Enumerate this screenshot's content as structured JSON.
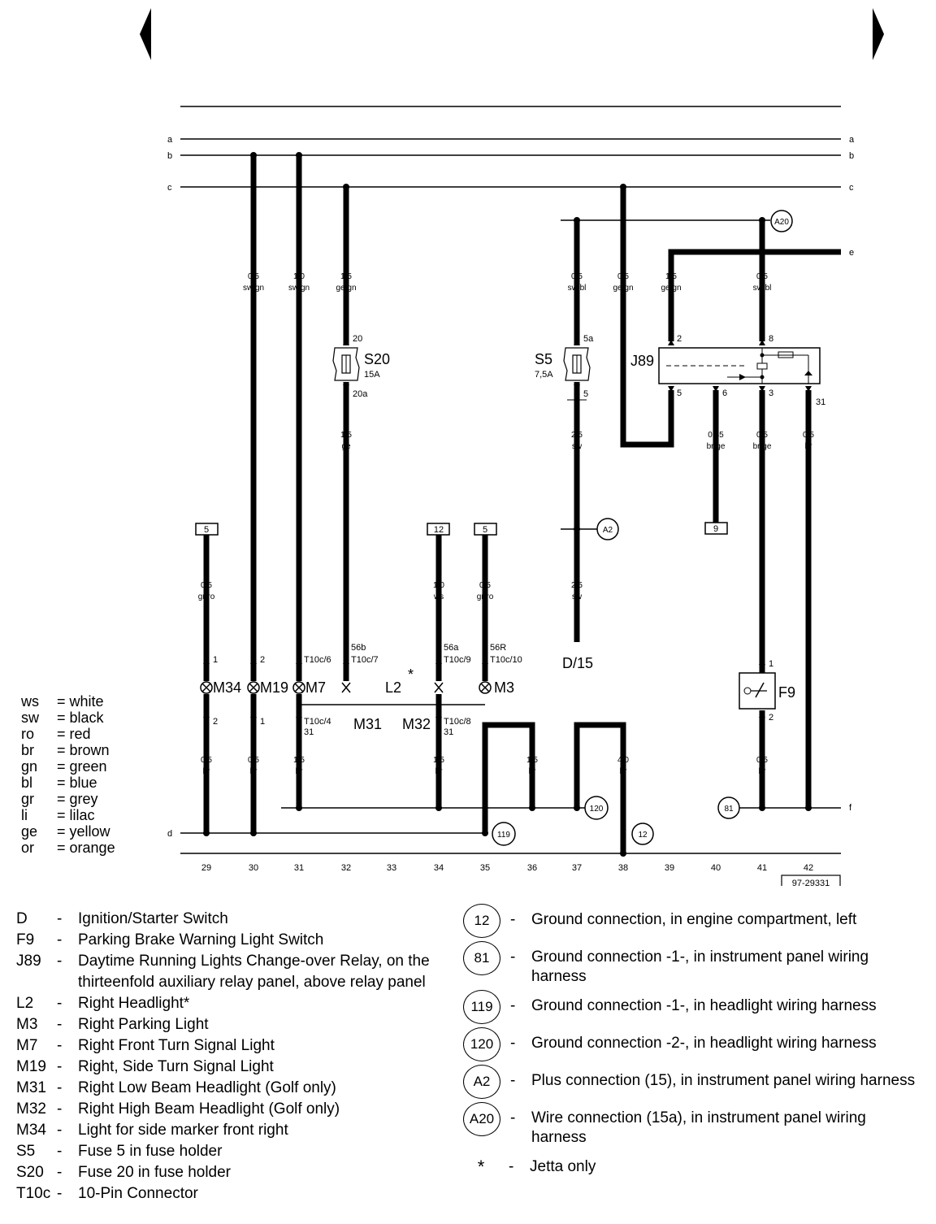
{
  "diagram": {
    "nav_left_icon": "left-arrow-icon",
    "nav_right_icon": "right-arrow-icon",
    "bus_labels": [
      "a",
      "b",
      "c",
      "e",
      "d",
      "f"
    ],
    "wires": {
      "w29": [
        "0,5",
        "br"
      ],
      "w30a": [
        "0,5",
        "sw/gn"
      ],
      "w30b": [
        "0,5",
        "br"
      ],
      "w31a": [
        "1,0",
        "sw/gn"
      ],
      "w31b": [
        "1,5",
        "br"
      ],
      "w32a": [
        "1,5",
        "ge/gn"
      ],
      "w32b": [
        "1,5",
        "ge"
      ],
      "w34a": [
        "1,0",
        "ws"
      ],
      "w34b": [
        "1,5",
        "br"
      ],
      "w35": [
        "0,5",
        "gr/ro"
      ],
      "w29top": [
        "0,5",
        "gr/ro"
      ],
      "w36": [
        "1,5",
        "br"
      ],
      "w37a": [
        "0,5",
        "sw/bl"
      ],
      "w37b": [
        "2,5",
        "sw"
      ],
      "w37c": [
        "2,5",
        "sw"
      ],
      "w38a": [
        "0,5",
        "ge/gn"
      ],
      "w38b": [
        "4,0",
        "br"
      ],
      "w39": [
        "1,5",
        "ge/gn"
      ],
      "w40": [
        "0,35",
        "br/ge"
      ],
      "w41a": [
        "0,5",
        "sw/bl"
      ],
      "w41b": [
        "0,5",
        "br/ge"
      ],
      "w41c": [
        "0,5",
        "br"
      ],
      "w42": [
        "0,5",
        "br"
      ]
    },
    "pins": {
      "p20": "20",
      "p20a": "20a",
      "p5a": "5a",
      "p5": "5",
      "j2": "2",
      "j8": "8",
      "j5": "5",
      "j6": "6",
      "j3": "3",
      "j31": "31",
      "m34t": "1",
      "m19t": "2",
      "m7t": "T10c/6",
      "l2t1": "56b",
      "l2t2": "T10c/7",
      "m32t1": "56a",
      "m32t2": "T10c/9",
      "m3t1": "56R",
      "m3t2": "T10c/10",
      "m34b": "2",
      "m19b": "1",
      "m7b1": "T10c/4",
      "m7b2": "31",
      "m32b1": "T10c/8",
      "m32b2": "31",
      "f9t": "1",
      "f9b": "2"
    },
    "components": {
      "s20": "S20",
      "s20_rating": "15A",
      "s5": "S5",
      "s5_rating": "7,5A",
      "j89": "J89",
      "m34": "M34",
      "m19": "M19",
      "m7": "M7",
      "l2": "L2",
      "star": "*",
      "m3": "M3",
      "m31": "M31",
      "m32": "M32",
      "f9": "F9",
      "d15": "D/15"
    },
    "refs": {
      "r5a": "5",
      "r12": "12",
      "r5b": "5",
      "r9": "9"
    },
    "circles": {
      "a20": "A20",
      "a2": "A2",
      "g119": "119",
      "g120": "120",
      "g12": "12",
      "g81": "81"
    },
    "track_numbers": [
      "29",
      "30",
      "31",
      "32",
      "33",
      "34",
      "35",
      "36",
      "37",
      "38",
      "39",
      "40",
      "41",
      "42"
    ],
    "drawing_id": "97-29331"
  },
  "color_legend": [
    {
      "code": "ws",
      "eq": "=",
      "name": "white"
    },
    {
      "code": "sw",
      "eq": "=",
      "name": "black"
    },
    {
      "code": "ro",
      "eq": "=",
      "name": "red"
    },
    {
      "code": "br",
      "eq": "=",
      "name": "brown"
    },
    {
      "code": "gn",
      "eq": "=",
      "name": "green"
    },
    {
      "code": "bl",
      "eq": "=",
      "name": "blue"
    },
    {
      "code": "gr",
      "eq": "=",
      "name": "grey"
    },
    {
      "code": "li",
      "eq": "=",
      "name": "lilac"
    },
    {
      "code": "ge",
      "eq": "=",
      "name": "yellow"
    },
    {
      "code": "or",
      "eq": "=",
      "name": "orange"
    }
  ],
  "component_list": [
    {
      "code": "D",
      "dash": "-",
      "desc": "Ignition/Starter Switch"
    },
    {
      "code": "F9",
      "dash": "-",
      "desc": "Parking Brake Warning Light Switch"
    },
    {
      "code": "J89",
      "dash": "-",
      "desc": "Daytime Running Lights Change-over Relay, on the thirteenfold auxiliary relay panel, above relay panel"
    },
    {
      "code": "L2",
      "dash": "-",
      "desc": "Right Headlight*"
    },
    {
      "code": "M3",
      "dash": "-",
      "desc": "Right Parking Light"
    },
    {
      "code": "M7",
      "dash": "-",
      "desc": "Right Front Turn Signal Light"
    },
    {
      "code": "M19",
      "dash": "-",
      "desc": "Right, Side Turn Signal Light"
    },
    {
      "code": "M31",
      "dash": "-",
      "desc": "Right Low Beam Headlight (Golf only)"
    },
    {
      "code": "M32",
      "dash": "-",
      "desc": "Right High Beam Headlight (Golf only)"
    },
    {
      "code": "M34",
      "dash": "-",
      "desc": "Light for side marker front right"
    },
    {
      "code": "S5",
      "dash": "-",
      "desc": "Fuse 5 in fuse holder"
    },
    {
      "code": "S20",
      "dash": "-",
      "desc": "Fuse 20 in fuse holder"
    },
    {
      "code": "T10c",
      "dash": "-",
      "desc": "10-Pin Connector"
    }
  ],
  "connection_list": [
    {
      "badge": "12",
      "dash": "-",
      "desc": "Ground connection, in engine compartment, left"
    },
    {
      "badge": "81",
      "dash": "-",
      "desc": "Ground connection -1-, in instrument panel wiring harness"
    },
    {
      "badge": "119",
      "dash": "-",
      "desc": "Ground connection -1-, in headlight wiring harness"
    },
    {
      "badge": "120",
      "dash": "-",
      "desc": "Ground connection -2-, in headlight wiring harness"
    },
    {
      "badge": "A2",
      "dash": "-",
      "desc": "Plus connection (15), in instrument panel wiring harness"
    },
    {
      "badge": "A20",
      "dash": "-",
      "desc": "Wire connection (15a), in instrument panel wiring harness"
    },
    {
      "badge": "*",
      "dash": "-",
      "desc": "Jetta only"
    }
  ]
}
